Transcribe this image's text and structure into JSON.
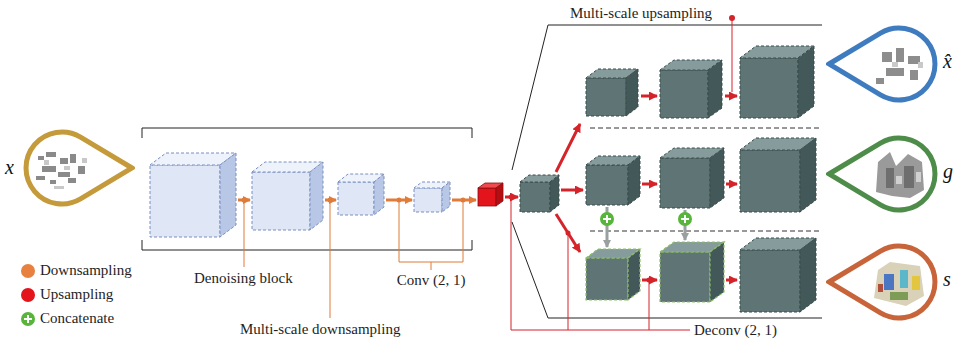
{
  "diagram": {
    "nodes": [
      {
        "text": [
          "x"
        ]
      },
      {
        "text": [
          "x̂"
        ]
      },
      {
        "text": [
          "g"
        ]
      },
      {
        "text": [
          "s"
        ]
      }
    ],
    "labels": [
      "Multi-scale upsampling",
      "Denoising block",
      "Multi-scale downsampling",
      "Conv (2, 1)",
      "Deconv (2, 1)"
    ],
    "legend": [
      {
        "text": "Downsampling",
        "color": "#e8803f"
      },
      {
        "text": "Upsampling",
        "color": "#e3141b"
      },
      {
        "text": "Concatenate",
        "color": "#56b53a"
      }
    ]
  }
}
